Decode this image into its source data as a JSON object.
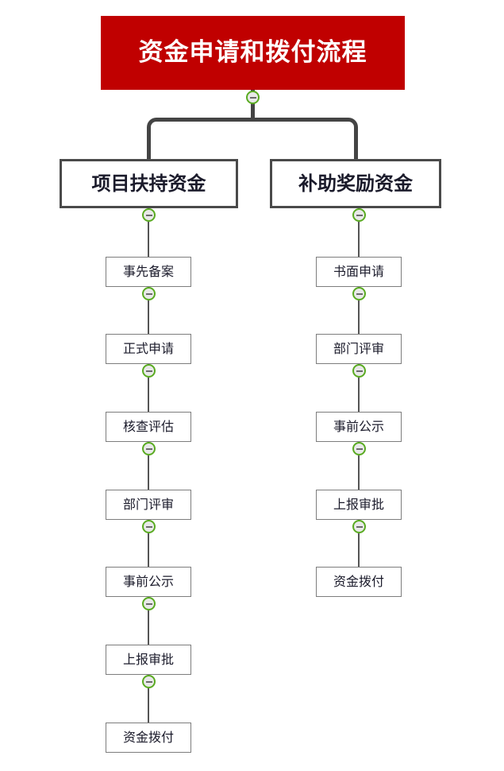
{
  "diagram": {
    "type": "tree-flowchart",
    "title": {
      "label": "资金申请和拨付流程",
      "background_color": "#C00000",
      "text_color": "#FFFFFF"
    },
    "toggle_icon": {
      "name": "collapse-minus-icon",
      "border_color": "#5AAB22",
      "fill_color": "#E9E9E9"
    },
    "connector_color": "#444444",
    "node_border_color": "#4A4A4A",
    "leaf_border_color": "#7D7D7D",
    "branches": [
      {
        "label": "项目扶持资金",
        "steps": [
          {
            "label": "事先备案"
          },
          {
            "label": "正式申请"
          },
          {
            "label": "核查评估"
          },
          {
            "label": "部门评审"
          },
          {
            "label": "事前公示"
          },
          {
            "label": "上报审批"
          },
          {
            "label": "资金拨付"
          }
        ]
      },
      {
        "label": "补助奖励资金",
        "steps": [
          {
            "label": "书面申请"
          },
          {
            "label": "部门评审"
          },
          {
            "label": "事前公示"
          },
          {
            "label": "上报审批"
          },
          {
            "label": "资金拨付"
          }
        ]
      }
    ]
  }
}
